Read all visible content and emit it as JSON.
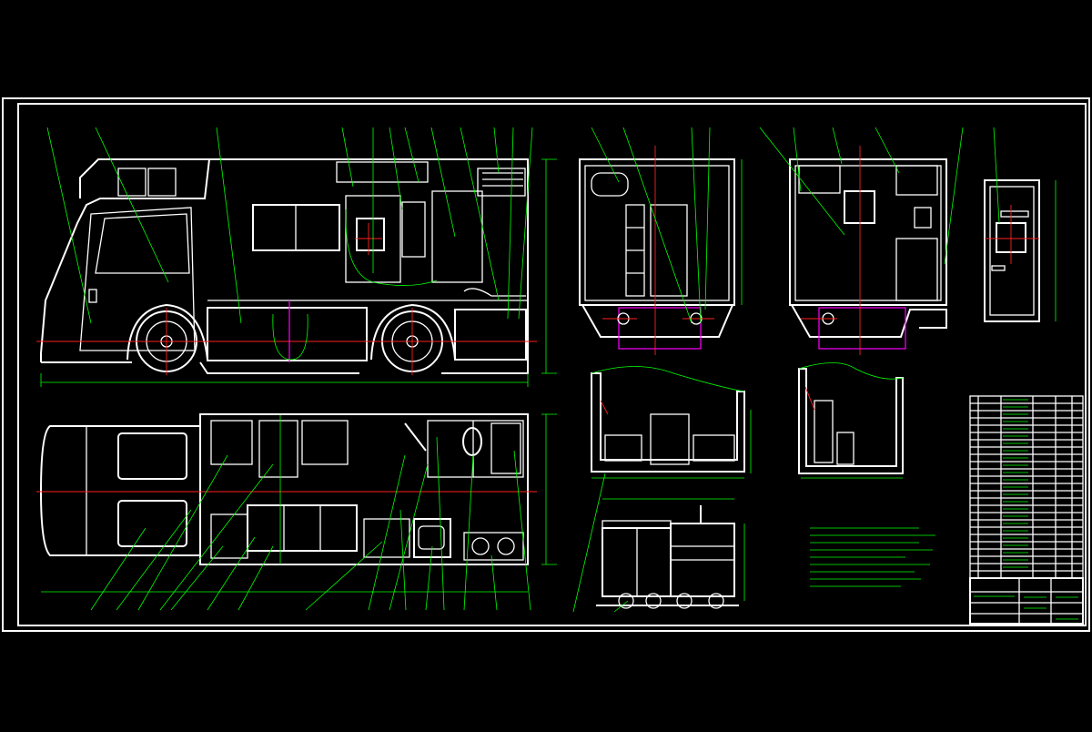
{
  "drawing": {
    "title": "",
    "colors": {
      "background": "#000000",
      "outline": "#ffffff",
      "leader": "#00ff00",
      "centerline": "#ff2020",
      "detail": "#ff00ff"
    },
    "views": [
      "side-elevation",
      "plan-view",
      "rear-section",
      "front-section",
      "door-elevation",
      "dinette-section",
      "wardrobe-section",
      "cabinet-elevation",
      "technical-notes",
      "bill-of-materials",
      "title-block"
    ]
  }
}
